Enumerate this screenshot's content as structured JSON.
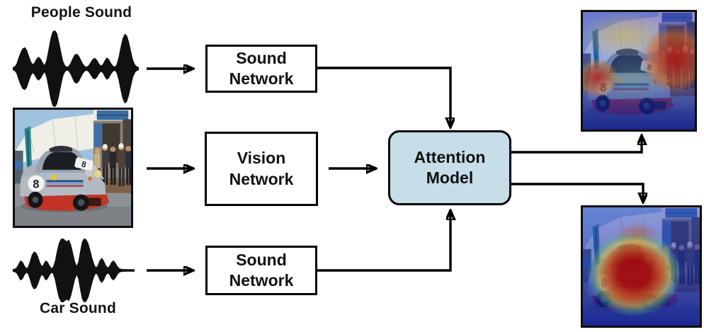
{
  "diagram": {
    "inputs": {
      "people_sound_label": "People Sound",
      "car_sound_label": "Car Sound"
    },
    "nodes": {
      "sound_network_top": "Sound\nNetwork",
      "vision_network": "Vision\nNetwork",
      "attention_model": "Attention\nModel",
      "sound_network_bottom": "Sound\nNetwork"
    },
    "outputs": {
      "top_heatmap": "people-attention-heatmap",
      "bottom_heatmap": "car-attention-heatmap"
    },
    "car_number": "8",
    "colors": {
      "attention_fill": "#c7dde8",
      "node_border": "#000000",
      "arrow": "#000000",
      "waveform": "#111111"
    },
    "waveforms": {
      "people": [
        0.03,
        0.05,
        0.12,
        0.28,
        0.42,
        0.52,
        0.55,
        0.48,
        0.32,
        0.18,
        0.1,
        0.16,
        0.26,
        0.3,
        0.24,
        0.14,
        0.08,
        0.22,
        0.5,
        0.78,
        0.96,
        1.0,
        0.92,
        0.7,
        0.44,
        0.2,
        0.08,
        0.04,
        0.06,
        0.14,
        0.26,
        0.36,
        0.38,
        0.33,
        0.22,
        0.12,
        0.06,
        0.04,
        0.08,
        0.16,
        0.24,
        0.27,
        0.22,
        0.13,
        0.07,
        0.1,
        0.2,
        0.28,
        0.24,
        0.14,
        0.07,
        0.04,
        0.1,
        0.28,
        0.55,
        0.78,
        0.9,
        0.86,
        0.68,
        0.44,
        0.22,
        0.1,
        0.05,
        0.03
      ],
      "car": [
        0.03,
        0.04,
        0.08,
        0.18,
        0.3,
        0.26,
        0.14,
        0.06,
        0.1,
        0.28,
        0.48,
        0.58,
        0.55,
        0.42,
        0.24,
        0.12,
        0.18,
        0.3,
        0.26,
        0.14,
        0.06,
        0.1,
        0.3,
        0.6,
        0.85,
        0.98,
        1.0,
        0.94,
        0.9,
        0.95,
        0.8,
        0.55,
        0.28,
        0.12,
        0.25,
        0.6,
        0.9,
        1.0,
        0.96,
        0.84,
        0.62,
        0.38,
        0.18,
        0.08,
        0.14,
        0.3,
        0.38,
        0.3,
        0.16,
        0.08,
        0.12,
        0.24,
        0.3,
        0.24,
        0.13,
        0.06,
        0.04,
        0.03,
        0.03,
        0.02,
        0.02,
        0.02,
        0.02,
        0.02
      ]
    }
  }
}
